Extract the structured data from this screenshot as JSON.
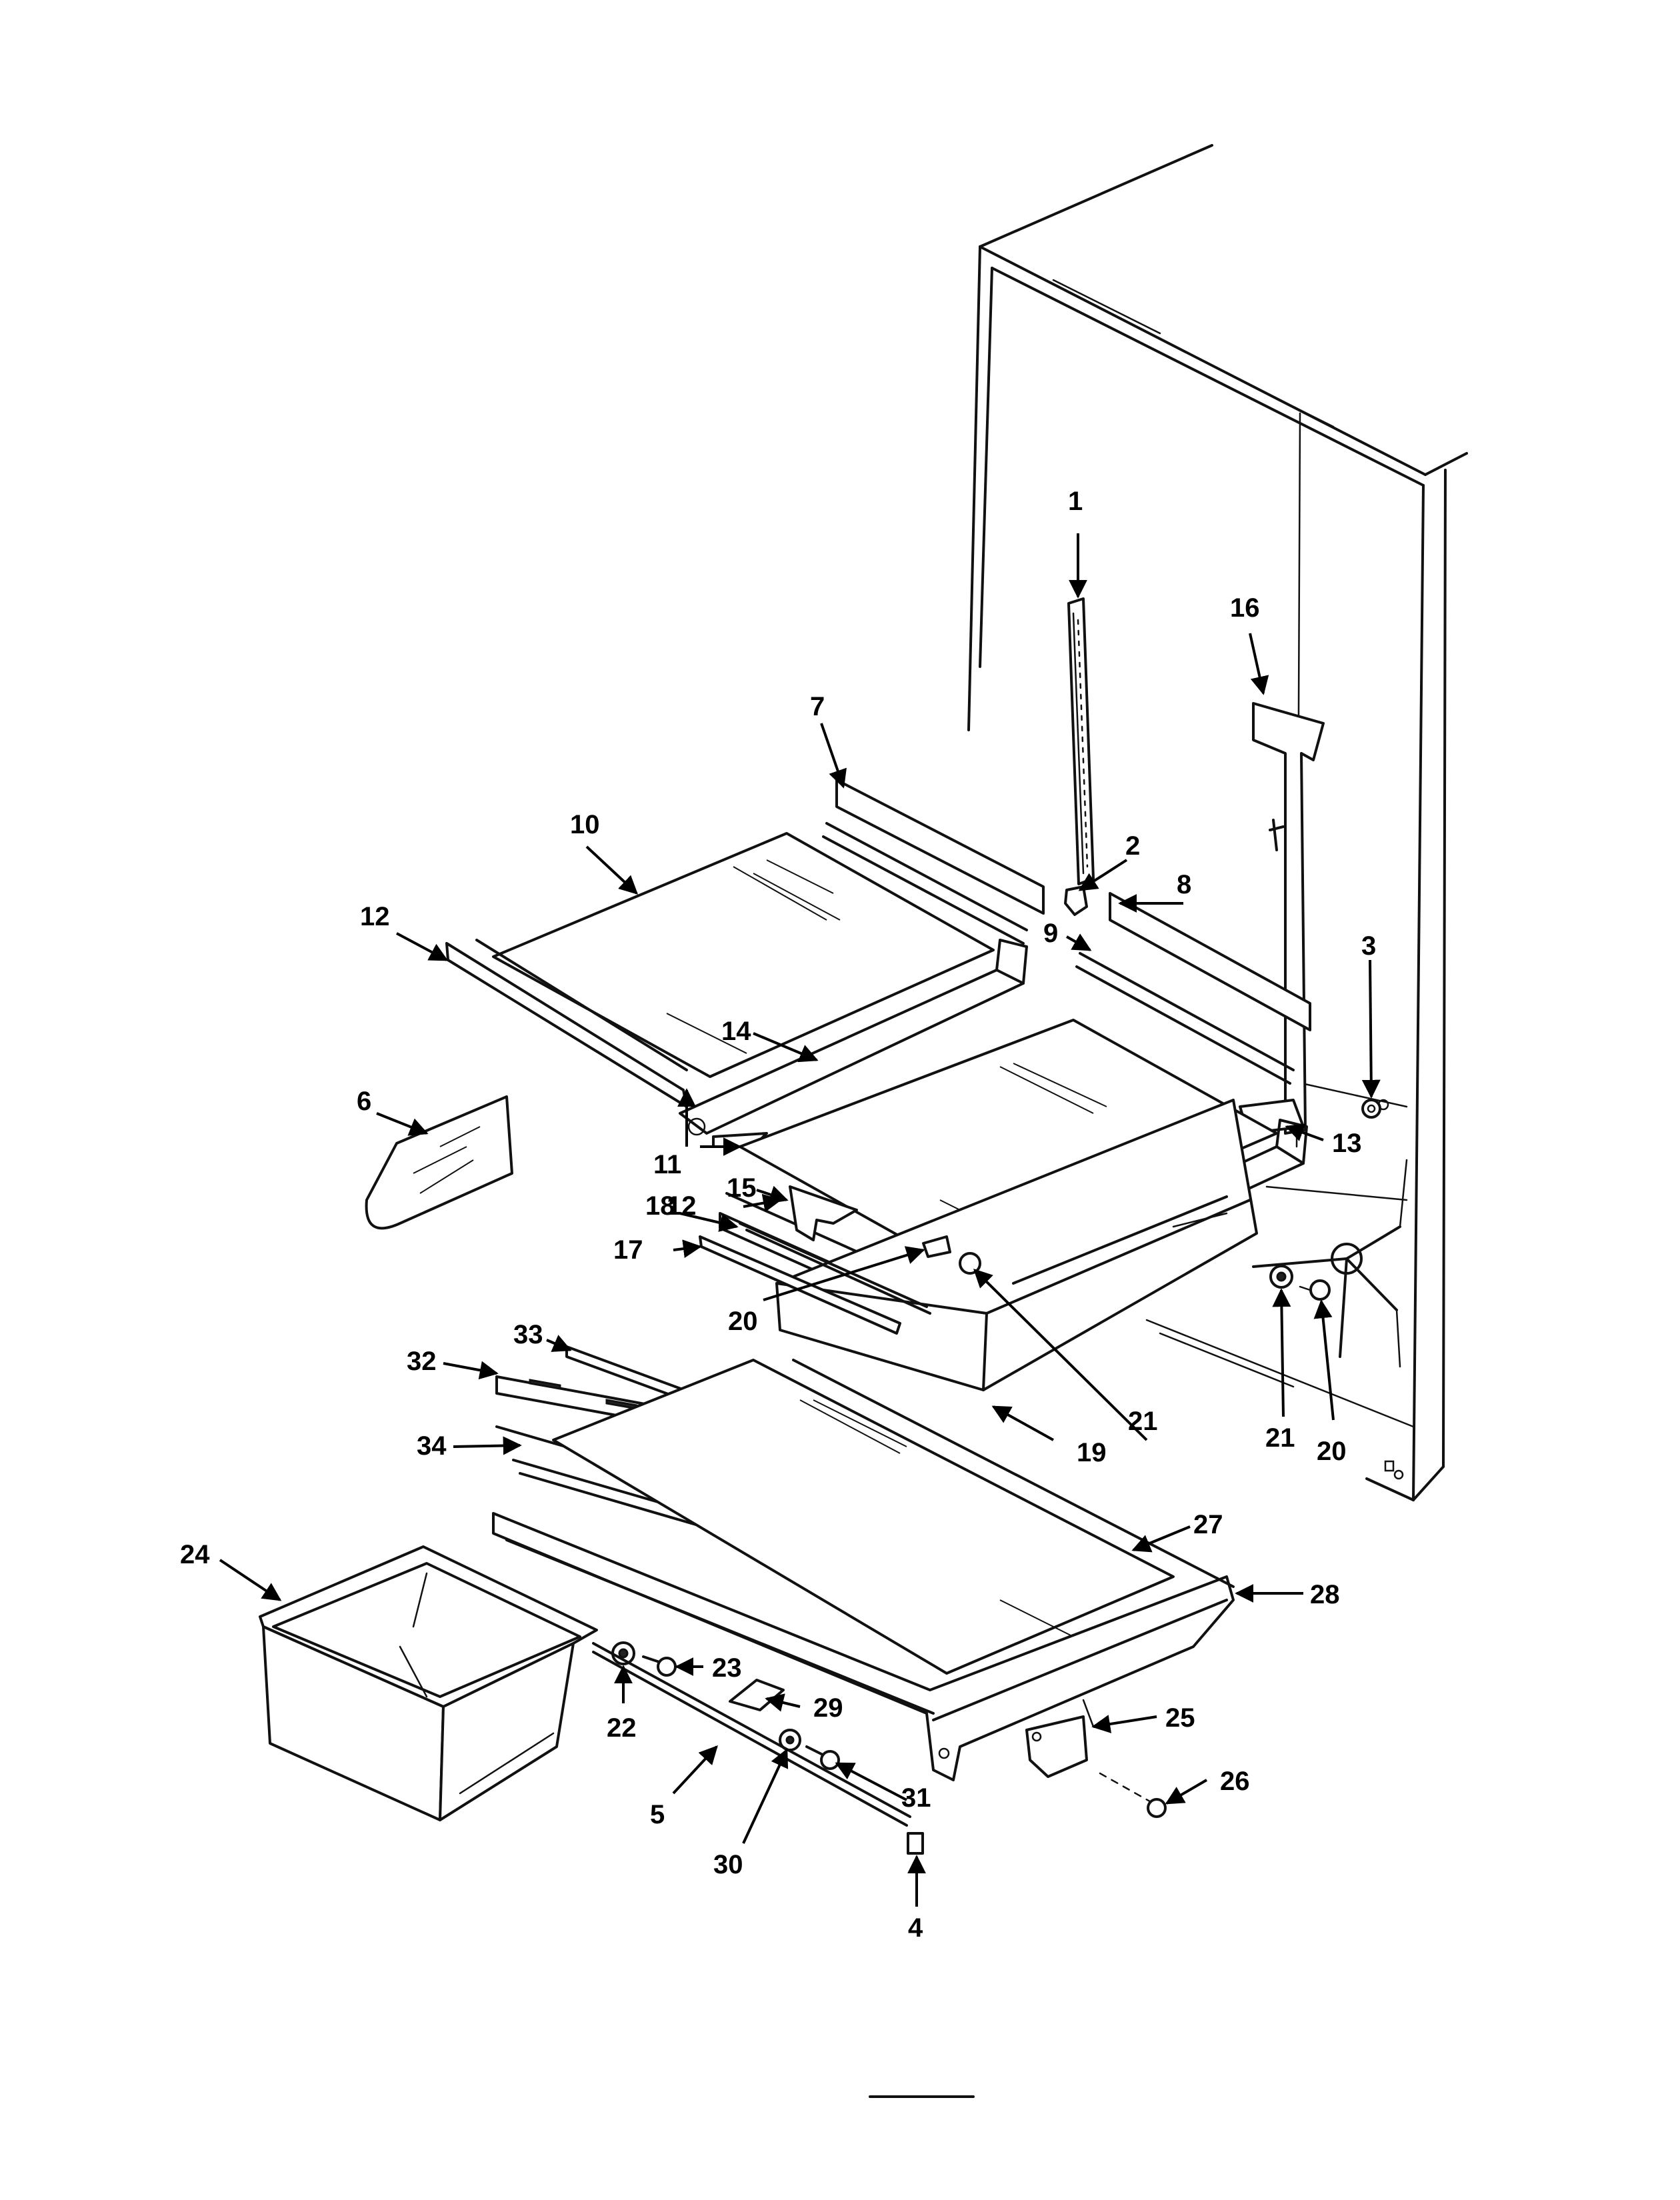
{
  "callouts": [
    {
      "id": "c1",
      "text": "1"
    },
    {
      "id": "c2",
      "text": "2"
    },
    {
      "id": "c3",
      "text": "3"
    },
    {
      "id": "c4",
      "text": "4"
    },
    {
      "id": "c5",
      "text": "5"
    },
    {
      "id": "c6",
      "text": "6"
    },
    {
      "id": "c7",
      "text": "7"
    },
    {
      "id": "c8",
      "text": "8"
    },
    {
      "id": "c9",
      "text": "9"
    },
    {
      "id": "c10",
      "text": "10"
    },
    {
      "id": "c11",
      "text": "11"
    },
    {
      "id": "c12a",
      "text": "12"
    },
    {
      "id": "c12b",
      "text": "12"
    },
    {
      "id": "c13",
      "text": "13"
    },
    {
      "id": "c14",
      "text": "14"
    },
    {
      "id": "c15",
      "text": "15"
    },
    {
      "id": "c16",
      "text": "16"
    },
    {
      "id": "c17",
      "text": "17"
    },
    {
      "id": "c18",
      "text": "18"
    },
    {
      "id": "c19",
      "text": "19"
    },
    {
      "id": "c20a",
      "text": "20"
    },
    {
      "id": "c20b",
      "text": "20"
    },
    {
      "id": "c21a",
      "text": "21"
    },
    {
      "id": "c21b",
      "text": "21"
    },
    {
      "id": "c22",
      "text": "22"
    },
    {
      "id": "c23",
      "text": "23"
    },
    {
      "id": "c24",
      "text": "24"
    },
    {
      "id": "c25",
      "text": "25"
    },
    {
      "id": "c26",
      "text": "26"
    },
    {
      "id": "c27",
      "text": "27"
    },
    {
      "id": "c28",
      "text": "28"
    },
    {
      "id": "c29",
      "text": "29"
    },
    {
      "id": "c30",
      "text": "30"
    },
    {
      "id": "c31",
      "text": "31"
    },
    {
      "id": "c32",
      "text": "32"
    },
    {
      "id": "c33",
      "text": "33"
    },
    {
      "id": "c34",
      "text": "34"
    }
  ]
}
